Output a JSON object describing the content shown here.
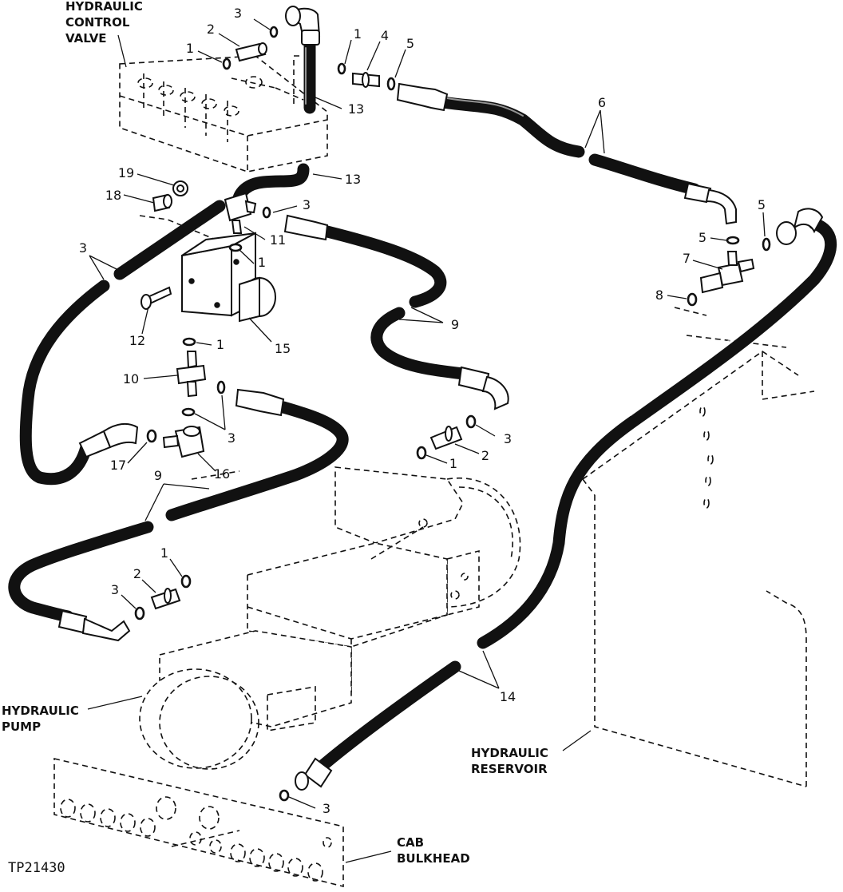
{
  "labels": {
    "control_valve": [
      "HYDRAULIC",
      "CONTROL",
      "VALVE"
    ],
    "pump": [
      "HYDRAULIC",
      "PUMP"
    ],
    "reservoir": [
      "HYDRAULIC",
      "RESERVOIR"
    ],
    "bulkhead": [
      "CAB",
      "BULKHEAD"
    ]
  },
  "figure_code": "TP21430",
  "callouts": [
    {
      "id": "c3-top",
      "text": "3"
    },
    {
      "id": "c2-top",
      "text": "2"
    },
    {
      "id": "c1-top",
      "text": "1"
    },
    {
      "id": "c1-mid",
      "text": "1"
    },
    {
      "id": "c4",
      "text": "4"
    },
    {
      "id": "c5-top",
      "text": "5"
    },
    {
      "id": "c13-a",
      "text": "13"
    },
    {
      "id": "c13-b",
      "text": "13"
    },
    {
      "id": "c6",
      "text": "6"
    },
    {
      "id": "c19",
      "text": "19"
    },
    {
      "id": "c18",
      "text": "18"
    },
    {
      "id": "c3-b",
      "text": "3"
    },
    {
      "id": "c11",
      "text": "11"
    },
    {
      "id": "c1-b",
      "text": "1"
    },
    {
      "id": "c3-left",
      "text": "3"
    },
    {
      "id": "c12",
      "text": "12"
    },
    {
      "id": "c15",
      "text": "15"
    },
    {
      "id": "c1-c",
      "text": "1"
    },
    {
      "id": "c10",
      "text": "10"
    },
    {
      "id": "c3-c",
      "text": "3"
    },
    {
      "id": "c17",
      "text": "17"
    },
    {
      "id": "c16",
      "text": "16"
    },
    {
      "id": "c9-right",
      "text": "9"
    },
    {
      "id": "c3-d",
      "text": "3"
    },
    {
      "id": "c2-d",
      "text": "2"
    },
    {
      "id": "c1-d",
      "text": "1"
    },
    {
      "id": "c9-left",
      "text": "9"
    },
    {
      "id": "c1-e",
      "text": "1"
    },
    {
      "id": "c2-e",
      "text": "2"
    },
    {
      "id": "c3-e",
      "text": "3"
    },
    {
      "id": "c5-r1",
      "text": "5"
    },
    {
      "id": "c5-r2",
      "text": "5"
    },
    {
      "id": "c7",
      "text": "7"
    },
    {
      "id": "c8",
      "text": "8"
    },
    {
      "id": "c14",
      "text": "14"
    },
    {
      "id": "c3-bottom",
      "text": "3"
    }
  ]
}
